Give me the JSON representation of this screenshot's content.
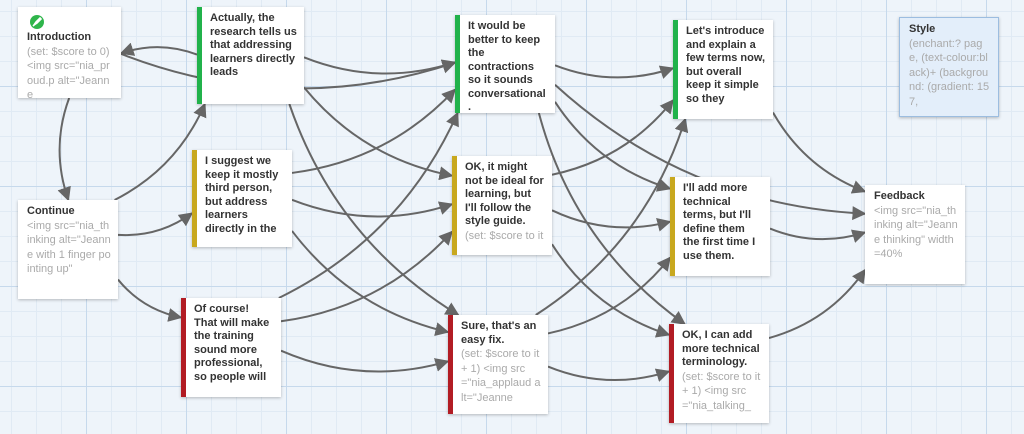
{
  "colors": {
    "green": "#21b24b",
    "yellow": "#c8a81e",
    "red": "#b21c24",
    "arrow": "#666666"
  },
  "passages": {
    "introduction": {
      "title": "Introduction",
      "excerpt": "(set: $score to 0) <img src=\"nia_proud.p alt=\"Jeanne",
      "icon": "rocket-icon"
    },
    "continue": {
      "title": "Continue",
      "excerpt": "<img src=\"nia_thinking alt=\"Jeanne with 1 finger pointing up\""
    },
    "actually": {
      "title": "Actually, the research tells us that addressing learners directly leads",
      "tag": "green"
    },
    "suggest": {
      "title": "I suggest we keep it mostly third person, but address learners directly in the",
      "tag": "yellow"
    },
    "of_course": {
      "title": "Of course! That will make the training sound more professional, so people will",
      "tag": "red"
    },
    "better": {
      "title": "It would be better to keep the contractions so it sounds conversational.",
      "tag": "green"
    },
    "ok_might": {
      "title": "OK, it might not be ideal for learning, but I'll follow the style guide.",
      "excerpt": "(set: $score to it",
      "tag": "yellow"
    },
    "sure": {
      "title": "Sure, that's an easy fix.",
      "excerpt": "(set: $score to it + 1) <img src=\"nia_applaud alt=\"Jeanne",
      "tag": "red"
    },
    "introduce": {
      "title": "Let's introduce and explain a few terms now, but overall keep it simple so they",
      "tag": "green"
    },
    "ill_add": {
      "title": "I'll add more technical terms, but I'll define them the first time I use them.",
      "tag": "yellow"
    },
    "ok_add": {
      "title": "OK, I can add more technical terminology.",
      "excerpt": "(set: $score to it + 1) <img src=\"nia_talking_",
      "tag": "red"
    },
    "feedback": {
      "title": "Feedback",
      "excerpt": "<img src=\"nia_thinking alt=\"Jeanne thinking\" width=40%"
    },
    "style": {
      "title": "Style",
      "excerpt": "(enchant:? page, (text-colour:black)+ (background: (gradient: 157,"
    }
  },
  "links": [
    [
      "introduction",
      "continue"
    ],
    [
      "continue",
      "actually"
    ],
    [
      "continue",
      "suggest"
    ],
    [
      "continue",
      "of_course"
    ],
    [
      "actually",
      "introduction"
    ],
    [
      "actually",
      "better"
    ],
    [
      "actually",
      "ok_might"
    ],
    [
      "actually",
      "sure"
    ],
    [
      "suggest",
      "better"
    ],
    [
      "suggest",
      "ok_might"
    ],
    [
      "suggest",
      "sure"
    ],
    [
      "of_course",
      "better"
    ],
    [
      "of_course",
      "ok_might"
    ],
    [
      "of_course",
      "sure"
    ],
    [
      "better",
      "introduce"
    ],
    [
      "better",
      "ill_add"
    ],
    [
      "better",
      "ok_add"
    ],
    [
      "better",
      "feedback"
    ],
    [
      "ok_might",
      "introduce"
    ],
    [
      "ok_might",
      "ill_add"
    ],
    [
      "ok_might",
      "ok_add"
    ],
    [
      "sure",
      "introduce"
    ],
    [
      "sure",
      "ill_add"
    ],
    [
      "sure",
      "ok_add"
    ],
    [
      "introduce",
      "feedback"
    ],
    [
      "ill_add",
      "feedback"
    ],
    [
      "ok_add",
      "feedback"
    ],
    [
      "introduction",
      "better"
    ]
  ]
}
